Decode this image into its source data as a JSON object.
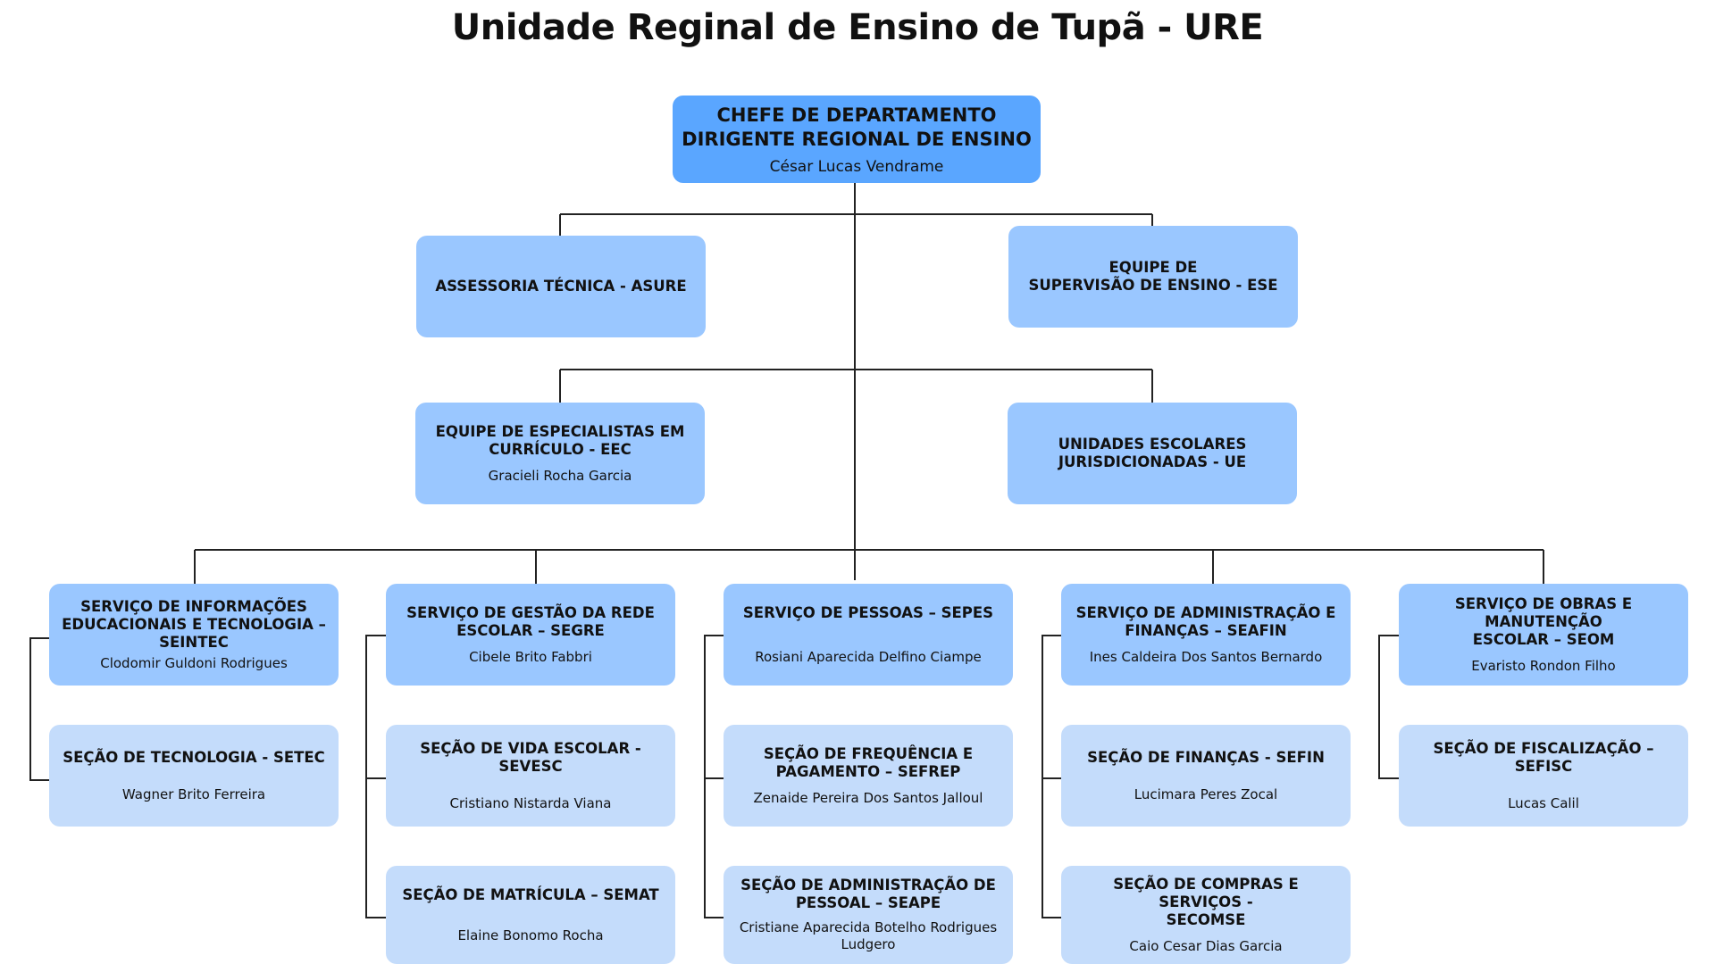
{
  "title": "Unidade Reginal de Ensino de Tupã - URE",
  "nodes": {
    "chefe": {
      "title": "CHEFE DE DEPARTAMENTO\nDIRIGENTE REGIONAL DE ENSINO",
      "person": "César Lucas Vendrame"
    },
    "asure": {
      "title": "ASSESSORIA TÉCNICA - ASURE",
      "person": ""
    },
    "ese": {
      "title": "EQUIPE DE\nSUPERVISÃO DE ENSINO - ESE",
      "person": ""
    },
    "eec": {
      "title": "EQUIPE DE ESPECIALISTAS EM\nCURRÍCULO - EEC",
      "person": "Gracieli Rocha Garcia"
    },
    "ue": {
      "title": "UNIDADES ESCOLARES\nJURISDICIONADAS - UE",
      "person": ""
    },
    "seintec": {
      "title": "SERVIÇO DE INFORMAÇÕES\nEDUCACIONAIS E TECNOLOGIA –\nSEINTEC",
      "person": "Clodomir Guldoni Rodrigues"
    },
    "segre": {
      "title": "SERVIÇO DE GESTÃO DA REDE\nESCOLAR – SEGRE",
      "person": "Cibele Brito Fabbri"
    },
    "sepes": {
      "title": "SERVIÇO DE PESSOAS – SEPES",
      "person": "Rosiani Aparecida Delfino Ciampe"
    },
    "seafin": {
      "title": "SERVIÇO DE ADMINISTRAÇÃO E\nFINANÇAS – SEAFIN",
      "person": "Ines Caldeira Dos Santos Bernardo"
    },
    "seom": {
      "title": "SERVIÇO DE OBRAS E MANUTENÇÃO\nESCOLAR – SEOM",
      "person": "Evaristo Rondon Filho"
    },
    "setec": {
      "title": "SEÇÃO DE TECNOLOGIA - SETEC",
      "person": "Wagner Brito Ferreira"
    },
    "sevesc": {
      "title": "SEÇÃO DE VIDA ESCOLAR - SEVESC",
      "person": "Cristiano Nistarda Viana"
    },
    "semat": {
      "title": "SEÇÃO DE MATRÍCULA – SEMAT",
      "person": "Elaine Bonomo Rocha"
    },
    "sefrep": {
      "title": "SEÇÃO DE FREQUÊNCIA E\nPAGAMENTO – SEFREP",
      "person": "Zenaide Pereira Dos Santos Jalloul"
    },
    "seape": {
      "title": "SEÇÃO DE ADMINISTRAÇÃO DE\nPESSOAL – SEAPE",
      "person": "Cristiane Aparecida Botelho Rodrigues Ludgero"
    },
    "sefin": {
      "title": "SEÇÃO DE FINANÇAS - SEFIN",
      "person": "Lucimara Peres Zocal"
    },
    "secomse": {
      "title": "SEÇÃO DE COMPRAS E SERVIÇOS -\nSECOMSE",
      "person": "Caio Cesar Dias Garcia"
    },
    "seom_sefisc": {
      "title": "SEÇÃO DE FISCALIZAÇÃO – SEFISC",
      "person": "Lucas Calil"
    }
  }
}
